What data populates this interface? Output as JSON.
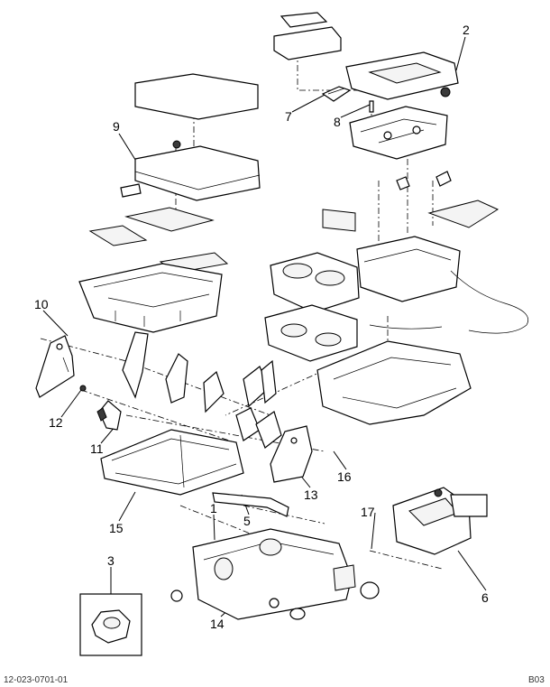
{
  "callouts": {
    "c1": "1",
    "c2": "2",
    "c3": "3",
    "c5": "5",
    "c6": "6",
    "c7": "7",
    "c8": "8",
    "c9": "9",
    "c10": "10",
    "c11": "11",
    "c12": "12",
    "c13": "13",
    "c14": "14",
    "c15": "15",
    "c16": "16",
    "c17": "17"
  },
  "footer": {
    "left": "12-023-0701-01",
    "right": "B03"
  }
}
